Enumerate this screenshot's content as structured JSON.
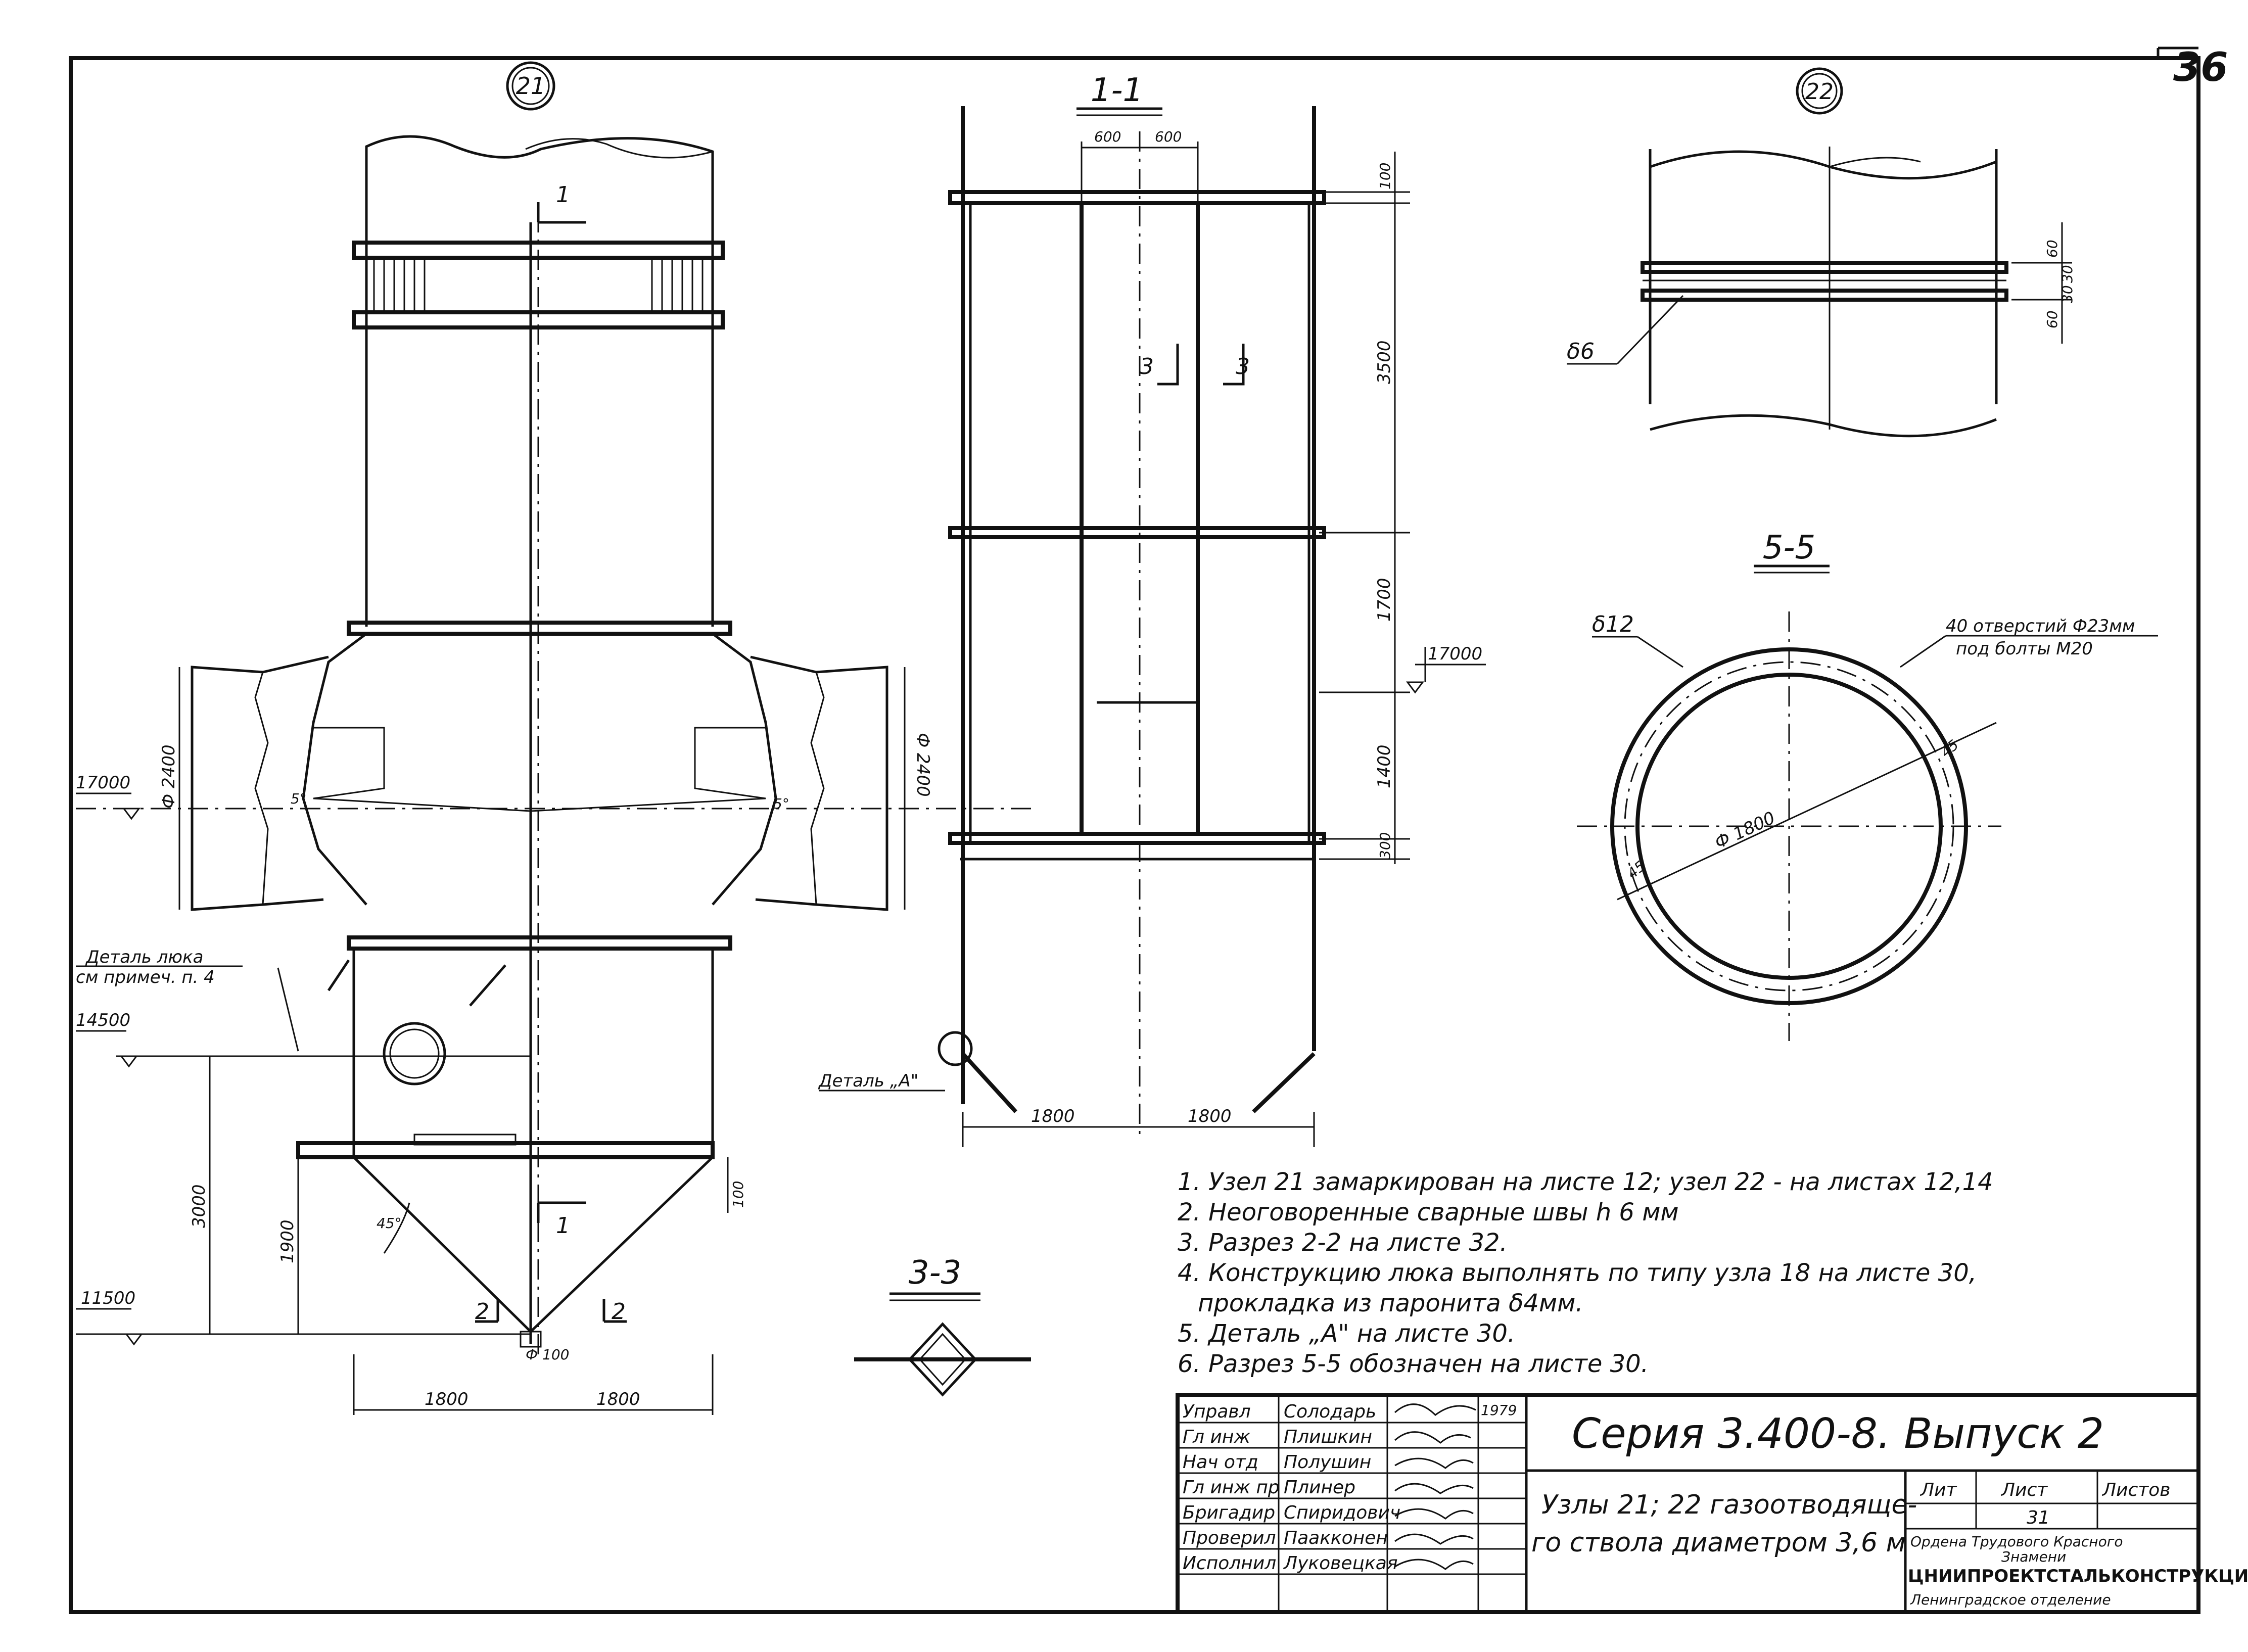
{
  "sheet": {
    "page_number": "36",
    "callout_left": "21",
    "callout_right": "22"
  },
  "sections": {
    "s11": "1-1",
    "s55": "5-5",
    "s33": "3-3",
    "cut1": "1",
    "cut2": "2",
    "cut3": "3"
  },
  "node21": {
    "elev_17000": "17000",
    "elev_14500": "14500",
    "elev_11500": "11500",
    "dim_3000": "3000",
    "dim_1900": "1900",
    "dim_100": "100",
    "dim_1800_left": "1800",
    "dim_1800_right": "1800",
    "phi_2400": "Ф 2400",
    "phi_2400_right": "Ф 2400",
    "phi_100": "Ф 100",
    "angle_5": "5°",
    "angle_45": "45°",
    "hatch_label_1": "Деталь люка",
    "hatch_label_2": "см примеч. п. 4"
  },
  "section11": {
    "dim_600_a": "600",
    "dim_600_b": "600",
    "dim_100": "100",
    "dim_3500": "3500",
    "dim_1700": "1700",
    "dim_1400": "1400",
    "dim_300": "300",
    "elev_17000": "17000",
    "dim_1800_a": "1800",
    "dim_1800_b": "1800",
    "detail_a": "Деталь „А\""
  },
  "node22": {
    "dim_60_a": "60",
    "dim_30_a": "30",
    "dim_30_b": "30",
    "dim_60_b": "60",
    "plate": "δ6"
  },
  "section55": {
    "plate": "δ12",
    "holes_1": "40 отверстий Ф23мм",
    "holes_2": "под болты М20",
    "diameter": "Ф 1800",
    "angle_a": "45",
    "angle_b": "45"
  },
  "notes": [
    "1. Узел 21 замаркирован на листе 12; узел 22 - на листах 12,14",
    "2. Неоговоренные сварные швы h 6 мм",
    "3. Разрез 2-2 на листе 32.",
    "4. Конструкцию люка выполнять по типу узла 18 на листе 30,",
    "прокладка из паронита δ4мм.",
    "5. Деталь „А\" на листе 30.",
    "6. Разрез 5-5 обозначен на листе 30."
  ],
  "title_block": {
    "roles": [
      "Управл",
      "Гл инж",
      "Нач отд",
      "Гл инж пр",
      "Бригадир",
      "Проверил",
      "Исполнил"
    ],
    "names": [
      "Солодарь",
      "Плишкин",
      "Полушин",
      "Плинер",
      "Спиридович",
      "Паакконен",
      "Луковецкая"
    ],
    "year": "1979",
    "series": "Серия  3.400-8.  Выпуск 2",
    "desc_1": "Узлы 21; 22 газоотводяще-",
    "desc_2": "го ствола диаметром 3,6 м",
    "col_lit": "Лит",
    "col_list": "Лист",
    "col_listov": "Листов",
    "sheet_no": "31",
    "org_1": "Ордена Трудового Красного",
    "org_2": "Знамени",
    "org_3": "ЦНИИПРОЕКТСТАЛЬКОНСТРУКЦИЯ",
    "org_4": "Ленинградское отделение"
  }
}
